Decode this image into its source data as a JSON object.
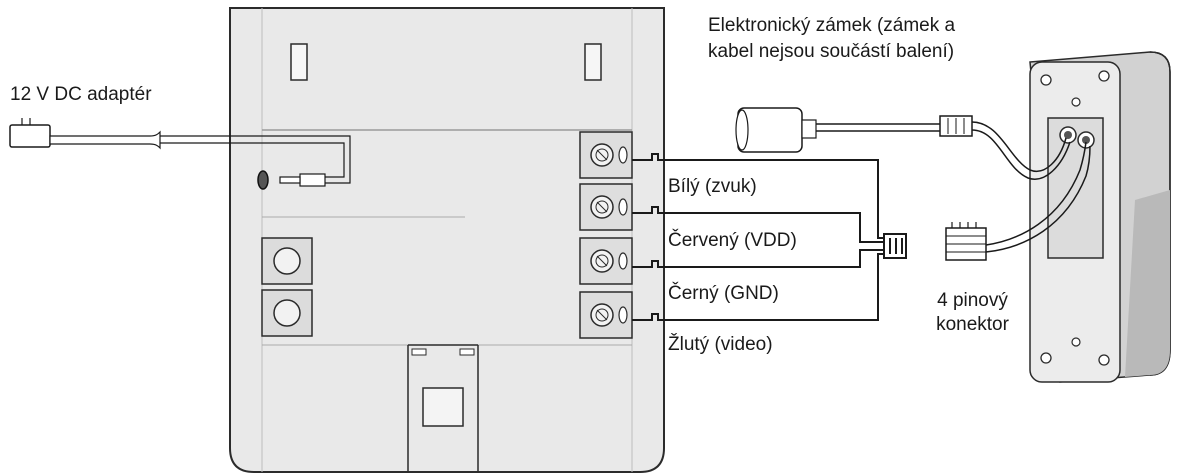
{
  "labels": {
    "adapter": "12 V DC adaptér",
    "lock_line1": "Elektronický zámek (zámek a",
    "lock_line2": "kabel nejsou součástí balení)",
    "white": "Bílý (zvuk)",
    "red": "Červený (VDD)",
    "black": "Černý (GND)",
    "yellow": "Žlutý (video)",
    "connector_line1": "4 pinový",
    "connector_line2": "konektor"
  },
  "colors": {
    "monitor_fill": "#e9e9e9",
    "outline": "#2b2b2b",
    "wire": "#1a1a1a",
    "doorbell_metal": "#d2d2d2",
    "text": "#1a1a1a"
  }
}
